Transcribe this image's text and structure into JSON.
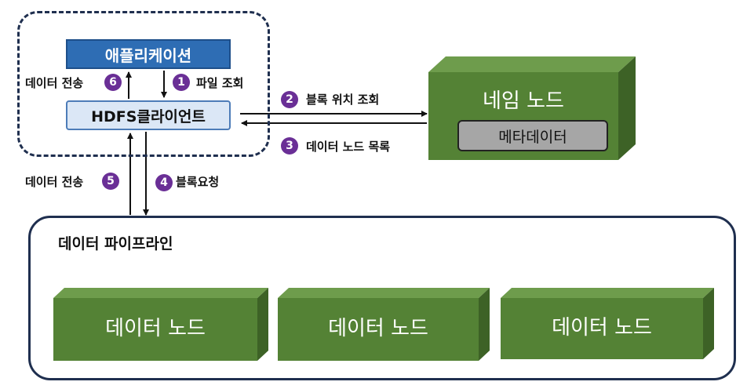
{
  "application": "애플리케이션",
  "hdfs_client": "HDFS클라이언트",
  "name_node": {
    "title": "네임 노드",
    "metadata": "메타데이터"
  },
  "pipeline": {
    "title": "데이터 파이프라인",
    "nodes": [
      "데이터 노드",
      "데이터 노드",
      "데이터 노드"
    ]
  },
  "steps": [
    {
      "num": "1",
      "label": "파일 조회"
    },
    {
      "num": "2",
      "label": "블록 위치 조회"
    },
    {
      "num": "3",
      "label": "데이터 노드 목록"
    },
    {
      "num": "4",
      "label": "블록요청"
    },
    {
      "num": "5",
      "label": "데이터 전송"
    },
    {
      "num": "6",
      "label": "데이터 전송"
    }
  ],
  "colors": {
    "node_front": "#548235",
    "node_top": "#6e9c4c",
    "node_side": "#3d6226",
    "application": "#2e6db4",
    "step_badge": "#6a2f96"
  }
}
